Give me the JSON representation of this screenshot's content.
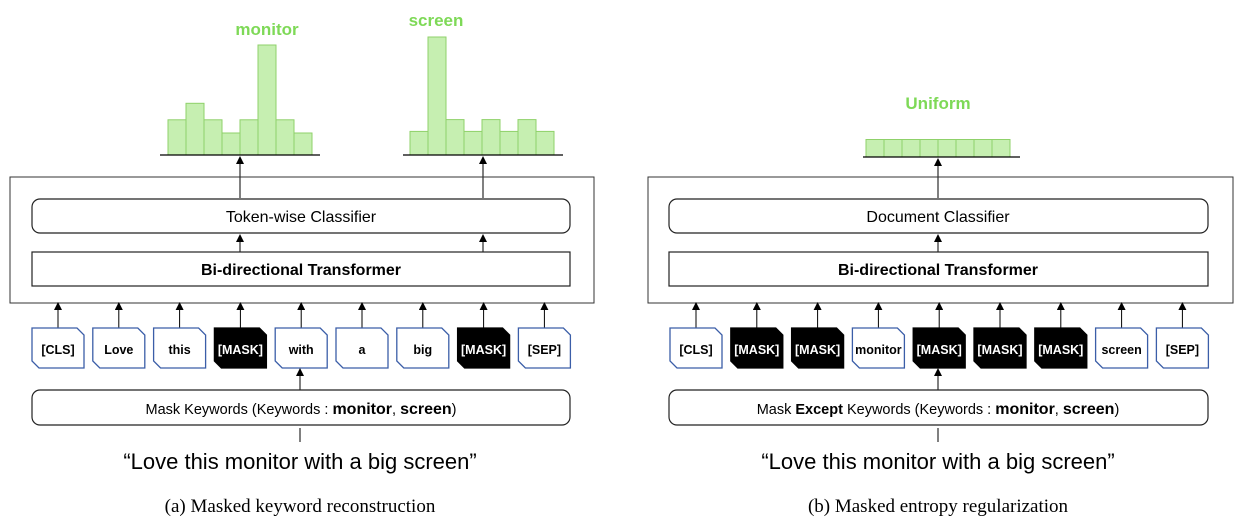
{
  "colors": {
    "bar_fill": "#c6efb1",
    "bar_stroke": "#8fd16a",
    "green_label": "#7ed957",
    "mask_fill": "#000000",
    "border": "#222222",
    "token_border": "#3b5ea8"
  },
  "panel_a": {
    "top_label_1": "monitor",
    "top_label_2": "screen",
    "hist_1": [
      0.32,
      0.47,
      0.32,
      0.2,
      0.32,
      1.0,
      0.32,
      0.2
    ],
    "hist_2": [
      0.2,
      1.0,
      0.3,
      0.2,
      0.3,
      0.2,
      0.3,
      0.2
    ],
    "classifier": "Token-wise Classifier",
    "transformer": "Bi-directional Transformer",
    "tokens": [
      "[CLS]",
      "Love",
      "this",
      "[MASK]",
      "with",
      "a",
      "big",
      "[MASK]",
      "[SEP]"
    ],
    "masked": [
      false,
      false,
      false,
      true,
      false,
      false,
      false,
      true,
      false
    ],
    "mask_box": {
      "pre": "Mask Keywords (Keywords : ",
      "kw1": "monitor",
      "sep": ", ",
      "kw2": "screen",
      "post": ")"
    },
    "sentence": "“Love this monitor with a big screen”",
    "caption": "(a) Masked keyword reconstruction"
  },
  "panel_b": {
    "top_label": "Uniform",
    "hist": [
      0.5,
      0.5,
      0.5,
      0.5,
      0.5,
      0.5,
      0.5,
      0.5
    ],
    "classifier": "Document Classifier",
    "transformer": "Bi-directional Transformer",
    "tokens": [
      "[CLS]",
      "[MASK]",
      "[MASK]",
      "monitor",
      "[MASK]",
      "[MASK]",
      "[MASK]",
      "screen",
      "[SEP]"
    ],
    "masked": [
      false,
      true,
      true,
      false,
      true,
      true,
      true,
      false,
      false
    ],
    "mask_box": {
      "pre": "Mask ",
      "except": "Except",
      "mid": " Keywords (Keywords : ",
      "kw1": "monitor",
      "sep": ", ",
      "kw2": "screen",
      "post": ")"
    },
    "sentence": "“Love this monitor with a big screen”",
    "caption": "(b) Masked entropy regularization"
  }
}
